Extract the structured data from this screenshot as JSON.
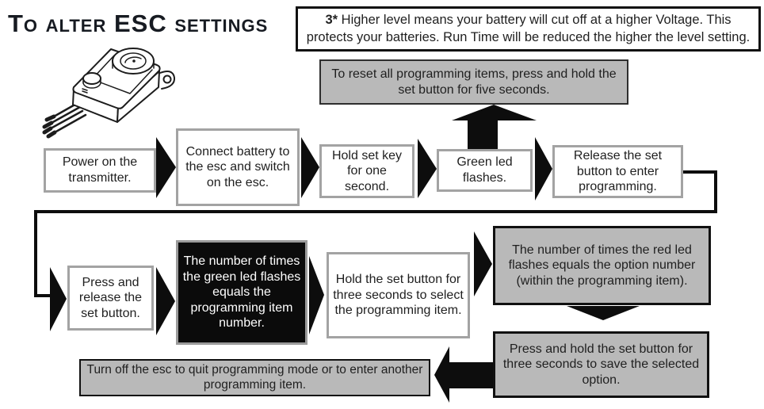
{
  "title": "To alter ESC settings",
  "note": {
    "prefix": "3*",
    "text": " Higher level means your battery will cut off at a higher Voltage. This protects your batteries. Run Time will be reduced the higher the level setting."
  },
  "reset": {
    "text": "To reset all programming items, press and hold the set button for five seconds."
  },
  "row1": {
    "step1": "Power on the transmitter.",
    "step2": "Connect battery to the esc and switch on the esc.",
    "step3": "Hold set key for one second.",
    "step4": "Green led flashes.",
    "step5": "Release the set button to enter programming."
  },
  "row2": {
    "step6": "Press and release the set button.",
    "step7": "The number of times the green led flashes equals the programming item number.",
    "step8": "Hold the set button for three seconds to select the programming item."
  },
  "right": {
    "step9": "The number of times the red led flashes equals the option number (within the programming item).",
    "step10": "Press and hold the set button for three seconds to save the selected option."
  },
  "bottom": {
    "quit": "Turn off the esc to quit programming mode or to enter another programming item."
  },
  "icons": {
    "device": "esc-device-line-drawing",
    "flow_arrows": "black-flow-arrows"
  },
  "colors": {
    "background": "#ffffff",
    "gray_fill": "#b9b9b9",
    "white_box_border": "#a3a3a3",
    "dark_border": "#111111",
    "black_box_fill": "#0b0b0b",
    "arrow_black": "#0d0d0d",
    "text": "#1f1f1f",
    "black_box_text": "#ffffff"
  }
}
